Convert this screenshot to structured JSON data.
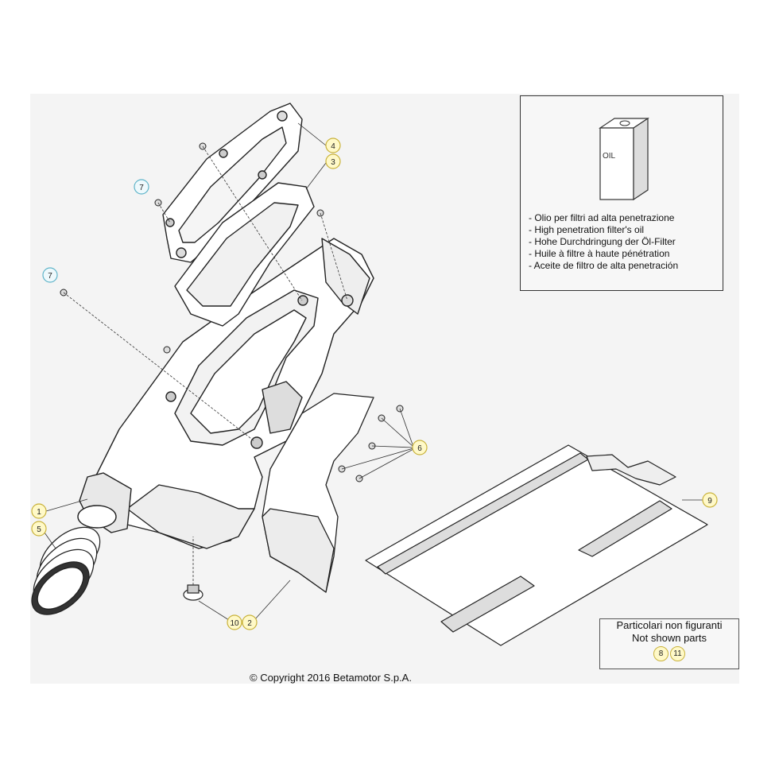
{
  "legend": {
    "oil_can_label": "OIL",
    "lines": [
      "- Olio per filtri ad alta penetrazione",
      "- High penetration filter's oil",
      "- Hohe Durchdringung der Öl-Filter",
      "- Huile à filtre à haute pénétration",
      "- Aceite de filtro de alta penetración"
    ]
  },
  "not_shown": {
    "line1": "Particolari non figuranti",
    "line2": "Not shown parts",
    "parts": [
      "8",
      "11"
    ]
  },
  "callouts": {
    "c1": "1",
    "c2": "2",
    "c3": "3",
    "c4": "4",
    "c5": "5",
    "c6": "6",
    "c7a": "7",
    "c7b": "7",
    "c9": "9",
    "c10": "10"
  },
  "copyright": "© Copyright 2016 Betamotor S.p.A.",
  "colors": {
    "callout_fill": "#fff9c8",
    "callout_stroke": "#c9b23a",
    "callout_blue_stroke": "#5fb4c9",
    "line_art": "#222222"
  }
}
